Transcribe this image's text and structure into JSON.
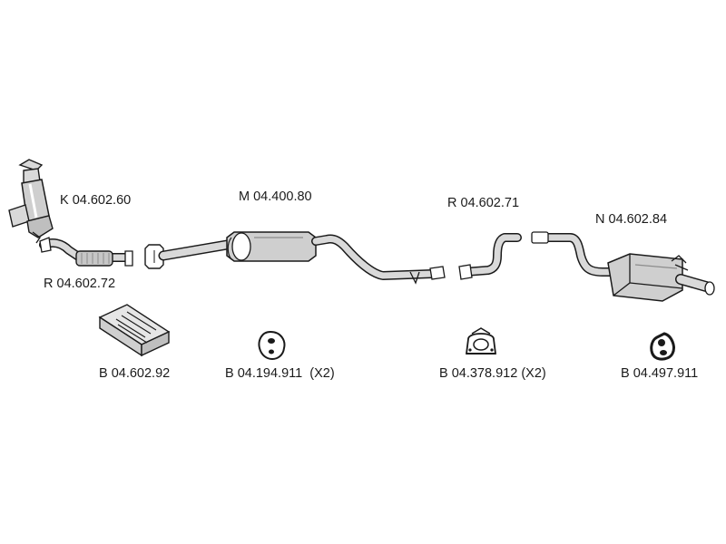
{
  "parts": {
    "catalytic_converter": {
      "code": "K 04.602.60"
    },
    "front_pipe": {
      "code": "R 04.602.72"
    },
    "middle_silencer": {
      "code": "M 04.400.80"
    },
    "intermediate_pipe": {
      "code": "R 04.602.71"
    },
    "rear_silencer": {
      "code": "N 04.602.84"
    },
    "mounting_kit": {
      "code": "B 04.602.92"
    },
    "rubber_hanger_oval": {
      "code": "B 04.194.911",
      "quantity": "(X2)"
    },
    "rubber_hanger_bracket": {
      "code": "B 04.378.912",
      "quantity": "(X2)"
    },
    "rubber_hanger_round": {
      "code": "B 04.497.911"
    }
  },
  "colors": {
    "outline": "#1a1a1a",
    "pipe_fill": "#d9d9d9",
    "shade": "#8c8c8c",
    "background": "#ffffff"
  }
}
